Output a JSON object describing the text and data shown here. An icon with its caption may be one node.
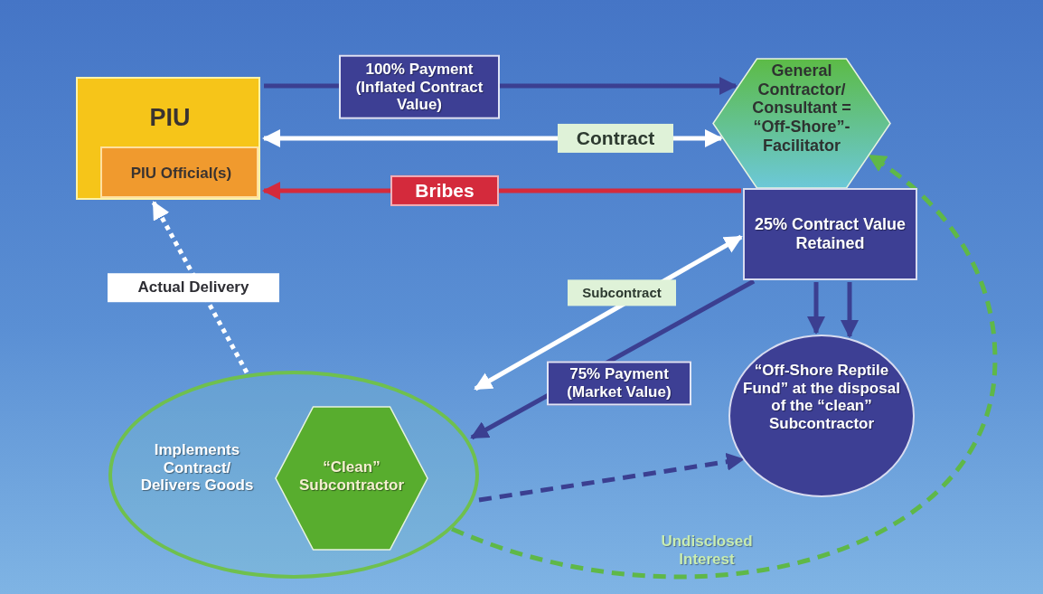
{
  "diagram": {
    "nodes": [
      {
        "text": [
          "PIU"
        ]
      },
      {
        "text": [
          "PIU Official(s)"
        ],
        "in": 0
      },
      {
        "text": [
          "General Contractor/ Consultant = “Off-Shore”- Facilitator"
        ]
      },
      {
        "text": [
          "25% Contract Value Retained"
        ]
      },
      {
        "text": [
          "“Off-Shore Reptile Fund” at the disposal of the “clean” Subcontractor"
        ]
      },
      {
        "text": [
          "Implements Contract/ Delivers Goods"
        ]
      },
      {
        "text": [
          "“Clean” Subcontractor"
        ],
        "in": 5
      }
    ],
    "edges": [
      {
        "from": 0,
        "to": 2,
        "arrow": "to",
        "label": "100% Payment (Inflated Contract Value)"
      },
      {
        "from": 0,
        "to": 2,
        "arrow": "both",
        "label": "Contract",
        "color": "#ffffff"
      },
      {
        "from": 3,
        "to": 0,
        "arrow": "to",
        "label": "Bribes",
        "color": "#d42a3c"
      },
      {
        "from": 5,
        "to": 3,
        "arrow": "both",
        "label": "Subcontract",
        "color": "#ffffff"
      },
      {
        "from": 3,
        "to": 5,
        "arrow": "to",
        "label": "75% Payment (Market Value)"
      },
      {
        "from": 3,
        "to": 4,
        "arrow": "to"
      },
      {
        "from": 3,
        "to": 4,
        "arrow": "to"
      },
      {
        "from": 5,
        "to": 4,
        "arrow": "to",
        "style": "dashed"
      },
      {
        "from": 5,
        "to": 2,
        "arrow": "to",
        "style": "dashed",
        "color": "#5fb848",
        "label": "Undisclosed Interest"
      },
      {
        "from": 5,
        "to": 0,
        "arrow": "to",
        "style": "dashed",
        "color": "#ffffff",
        "label": "Actual Delivery"
      }
    ]
  }
}
